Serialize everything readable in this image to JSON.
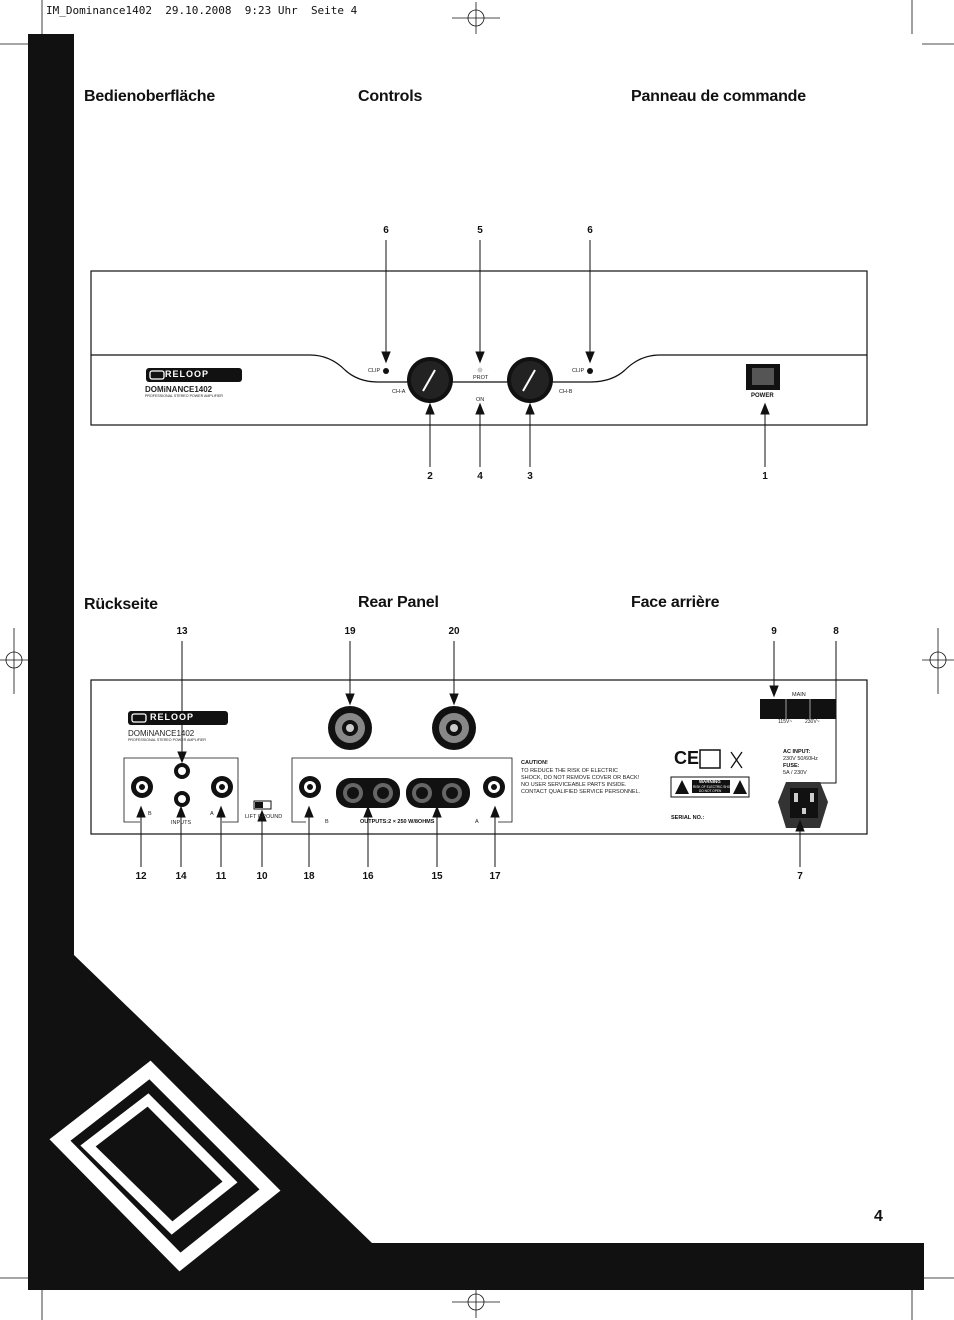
{
  "slug": {
    "filename": "IM_Dominance1402",
    "date": "29.10.2008",
    "time": "9:23 Uhr",
    "page_label": "Seite 4"
  },
  "headings": {
    "controls_de": "Bedienoberfläche",
    "controls_en": "Controls",
    "controls_fr": "Panneau de commande",
    "rear_de": "Rückseite",
    "rear_en": "Rear Panel",
    "rear_fr": "Face arrière"
  },
  "front_panel": {
    "brand": "RELOOP",
    "model": "DOMiNANCE1402",
    "model_sub": "PROFESSIONAL STEREO POWER AMPLIFIER",
    "clip_left": "CLIP",
    "clip_right": "CLIP",
    "knob_a": "CH-A",
    "knob_b": "CH-B",
    "prot": "PROT",
    "on": "ON",
    "power": "POWER",
    "callouts_top": [
      "6",
      "5",
      "6"
    ],
    "callouts_bottom": [
      "2",
      "4",
      "3",
      "1"
    ]
  },
  "rear_panel": {
    "brand": "RELOOP",
    "model": "DOMiNANCE1402",
    "model_sub": "PROFESSIONAL STEREO POWER AMPLIFIER",
    "inputs": "INPUTS",
    "input_b": "B",
    "input_a": "A",
    "lift_ground": "LIFT GROUND",
    "outputs": "OUTPUTS:2 × 250 W/8OHMS",
    "out_b": "B",
    "out_a": "A",
    "caution_title": "CAUTION!",
    "caution_text_1": "TO REDUCE THE RISK OF ELECTRIC",
    "caution_text_2": "SHOCK, DO NOT REMOVE COVER OR BACK!",
    "caution_text_3": "NO USER SERVICEABLE PARTS INSIDE.",
    "caution_text_4": "CONTACT QUALIFIED SERVICE PERSONNEL.",
    "warning": "WARNING",
    "warning_sub_1": "RISK OF ELECTRIC SHOCK",
    "warning_sub_2": "DO NOT OPEN",
    "ce_mark": "CE",
    "serial": "SERIAL NO.:",
    "main": "MAIN",
    "v115": "115V~",
    "v230": "230V~",
    "ac_input": "AC INPUT:",
    "ac_value": "230V 50/60Hz",
    "fuse": "FUSE:",
    "fuse_value": "5A / 230V",
    "callouts_top": [
      "13",
      "19",
      "20",
      "9",
      "8"
    ],
    "callouts_bottom": [
      "12",
      "14",
      "11",
      "10",
      "18",
      "16",
      "15",
      "17",
      "7"
    ]
  },
  "page_number": "4",
  "colors": {
    "ink": "#111111",
    "panel_bg": "#ffffff",
    "black_band": "#111111"
  }
}
